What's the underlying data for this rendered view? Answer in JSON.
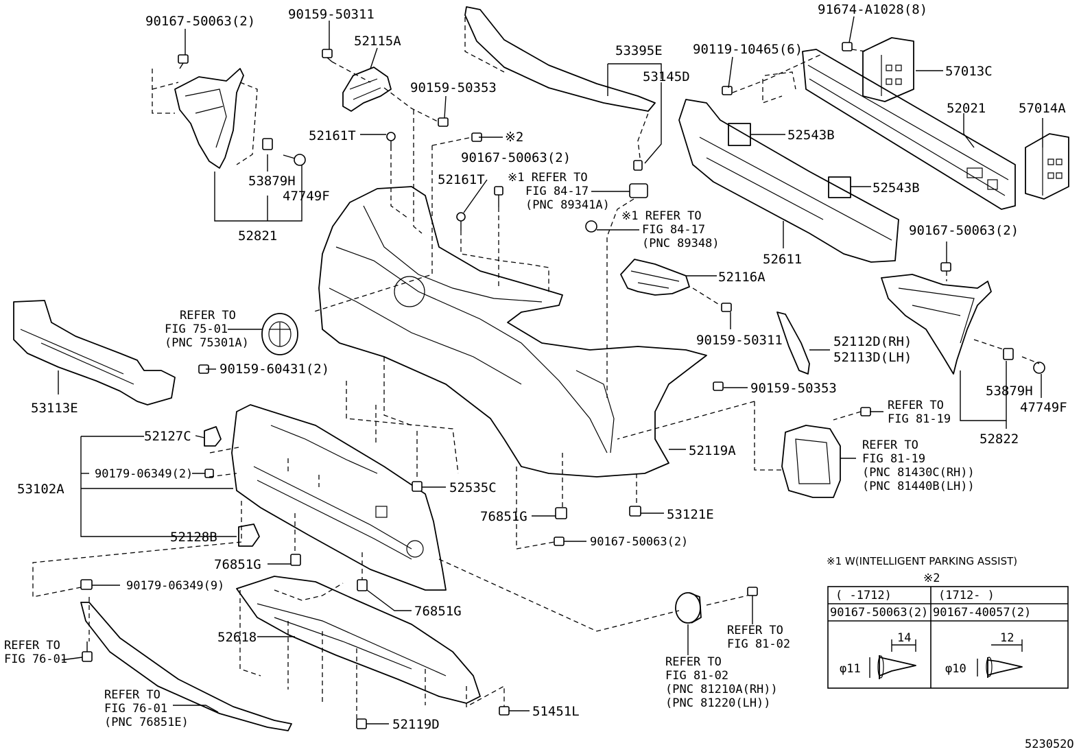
{
  "labels": {
    "p90167_50063_2_tl": "90167-50063(2)",
    "p90159_50311_top": "90159-50311",
    "p52115A": "52115A",
    "p53395E": "53395E",
    "p53145D": "53145D",
    "p91674_A1028_8": "91674-A1028(8)",
    "p90119_10465_6": "90119-10465(6)",
    "p57013C": "57013C",
    "p52021": "52021",
    "p57014A": "57014A",
    "p90159_50353_top": "90159-50353",
    "p52161T_a": "52161T",
    "p52161T_b": "52161T",
    "note2_mark": "※2",
    "p90167_50063_2_mid": "90167-50063(2)",
    "p53879H_l": "53879H",
    "p47749F_l": "47749F",
    "p52821": "52821",
    "p52543B_a": "52543B",
    "p52543B_b": "52543B",
    "p52611": "52611",
    "p90167_50063_2_r": "90167-50063(2)",
    "p52116A": "52116A",
    "p90159_50311_mid": "90159-50311",
    "p52112D": "52112D(RH)",
    "p52113D": "52113D(LH)",
    "p90159_50353_mid": "90159-50353",
    "p53879H_r": "53879H",
    "p47749F_r": "47749F",
    "p52822": "52822",
    "p53113E": "53113E",
    "p90159_60431_2": "90159-60431(2)",
    "p52127C": "52127C",
    "p90179_06349_2": "90179-06349(2)",
    "p53102A": "53102A",
    "p52128B": "52128B",
    "p52535C": "52535C",
    "p52119A": "52119A",
    "p76851G_a": "76851G",
    "p53121E": "53121E",
    "p90167_50063_2_low": "90167-50063(2)",
    "p76851G_b": "76851G",
    "p90179_06349_9": "90179-06349(9)",
    "p76851G_c": "76851G",
    "p52618": "52618",
    "p51451L": "51451L",
    "p52119D": "52119D",
    "diagram_id": "523052O"
  },
  "refs": {
    "r1": [
      "※1 REFER TO",
      "FIG 84-17",
      "(PNC 89341A)"
    ],
    "r2": [
      "※1 REFER TO",
      "FIG 84-17",
      "(PNC 89348)"
    ],
    "r3": [
      "REFER TO",
      "FIG 75-01",
      "(PNC 75301A)"
    ],
    "r4": [
      "REFER TO",
      "FIG 81-19"
    ],
    "r5": [
      "REFER TO",
      "FIG 81-19",
      "(PNC 81430C(RH))",
      "(PNC 81440B(LH))"
    ],
    "r6": [
      "REFER TO",
      "FIG 76-01"
    ],
    "r7": [
      "REFER TO",
      "FIG 76-01",
      "(PNC 76851E)"
    ],
    "r8": [
      "REFER TO",
      "FIG 81-02",
      "(PNC 81210A(RH))",
      "(PNC 81220(LH))"
    ],
    "r9": [
      "REFER TO",
      "FIG 81-02"
    ]
  },
  "legend": {
    "note1": "※1 W(INTELLIGENT PARKING ASSIST)",
    "note2_title": "※2",
    "col1_header": "(    -1712)",
    "col2_header": "(1712-     )",
    "col1_part": "90167-50063(2)",
    "col2_part": "90167-40057(2)",
    "col1_length": "14",
    "col2_length": "12",
    "col1_diameter": "φ11",
    "col2_diameter": "φ10"
  }
}
